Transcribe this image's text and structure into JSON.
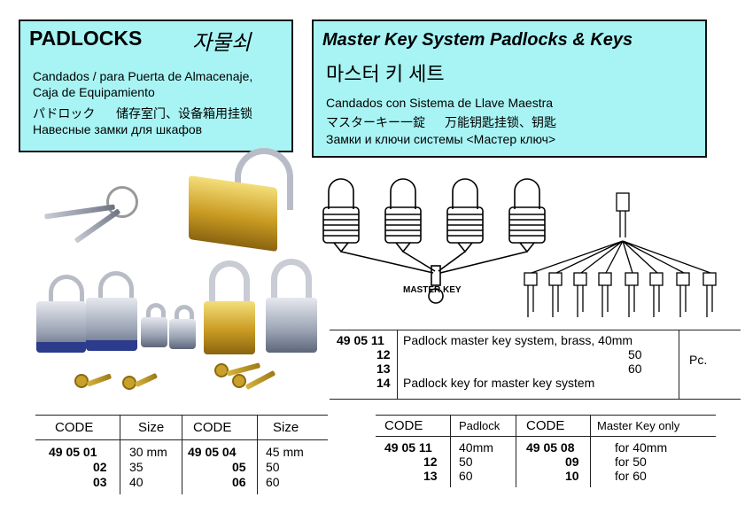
{
  "left_box": {
    "title": "PADLOCKS",
    "title_ko": "자물쇠",
    "line1": "Candados / para Puerta de Almacenaje,",
    "line2": "Caja de Equipamiento",
    "line3_ja": "パドロック",
    "line3_zh": "储存室门、设备箱用挂锁",
    "line4_ru": "Навесные замки для шкафов"
  },
  "right_box": {
    "title": "Master Key System Padlocks & Keys",
    "title_ko": "마스터 키 세트",
    "line1": "Candados con Sistema de Llave Maestra",
    "line2_ja": "マスターキー一錠",
    "line2_zh": "万能钥匙挂锁、钥匙",
    "line3_ru": "Замки и ключи системы <Мастер ключ>"
  },
  "master_key_label": "MASTER KEY",
  "master_list": {
    "codes": [
      "49 05 11",
      "12",
      "13",
      "14"
    ],
    "desc": [
      "Padlock master key system, brass, 40mm",
      "50",
      "60",
      "Padlock key for master key system"
    ],
    "unit": "Pc."
  },
  "size_table": {
    "headers": [
      "CODE",
      "Size",
      "CODE",
      "Size"
    ],
    "rows": [
      [
        "49 05 01",
        "30 mm",
        "49 05 04",
        "45 mm"
      ],
      [
        "02",
        "35",
        "05",
        "50"
      ],
      [
        "03",
        "40",
        "06",
        "60"
      ]
    ]
  },
  "mk_table": {
    "headers": [
      "CODE",
      "Padlock",
      "CODE",
      "Master Key only"
    ],
    "rows": [
      [
        "49 05 11",
        "40mm",
        "49 05 08",
        "for 40mm"
      ],
      [
        "12",
        "50",
        "09",
        "for 50"
      ],
      [
        "13",
        "60",
        "10",
        "for 60"
      ]
    ]
  }
}
